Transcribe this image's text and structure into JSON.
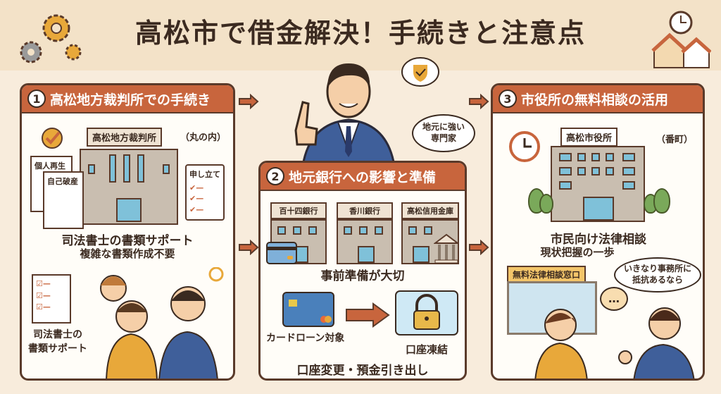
{
  "title": "高松市で借金解決！手続きと注意点",
  "center": {
    "bubble": "地元に強い\n専門家"
  },
  "panel1": {
    "number": "1",
    "title": "高松地方裁判所での手続き",
    "court_sign": "高松地方裁判所",
    "location": "（丸の内）",
    "doc1": "個人再生",
    "doc2": "自己破産",
    "clipboard": "申し立て",
    "caption1": "司法書士の書類サポート",
    "caption2": "複雑な書類作成不要",
    "bottom_caption": "司法書士の\n書類サポート"
  },
  "panel2": {
    "number": "2",
    "title": "地元銀行への影響と準備",
    "banks": [
      "百十四銀行",
      "香川銀行",
      "高松信用金庫"
    ],
    "caption": "事前準備が大切",
    "card_label": "カードローン対象",
    "freeze_label": "口座凍結",
    "bottom": "口座変更・預金引き出し"
  },
  "panel3": {
    "number": "3",
    "title": "市役所の無料相談の活用",
    "city_sign": "高松市役所",
    "location": "（番町）",
    "caption1": "市民向け法律相談",
    "caption2": "現状把握の一歩",
    "window_sign": "無料法律相談窓口",
    "bubble": "いきなり事務所に\n抵抗あるなら",
    "dots": "…"
  },
  "colors": {
    "accent": "#c8653d",
    "background": "#f8ecdc",
    "outline": "#5a3a2a"
  }
}
